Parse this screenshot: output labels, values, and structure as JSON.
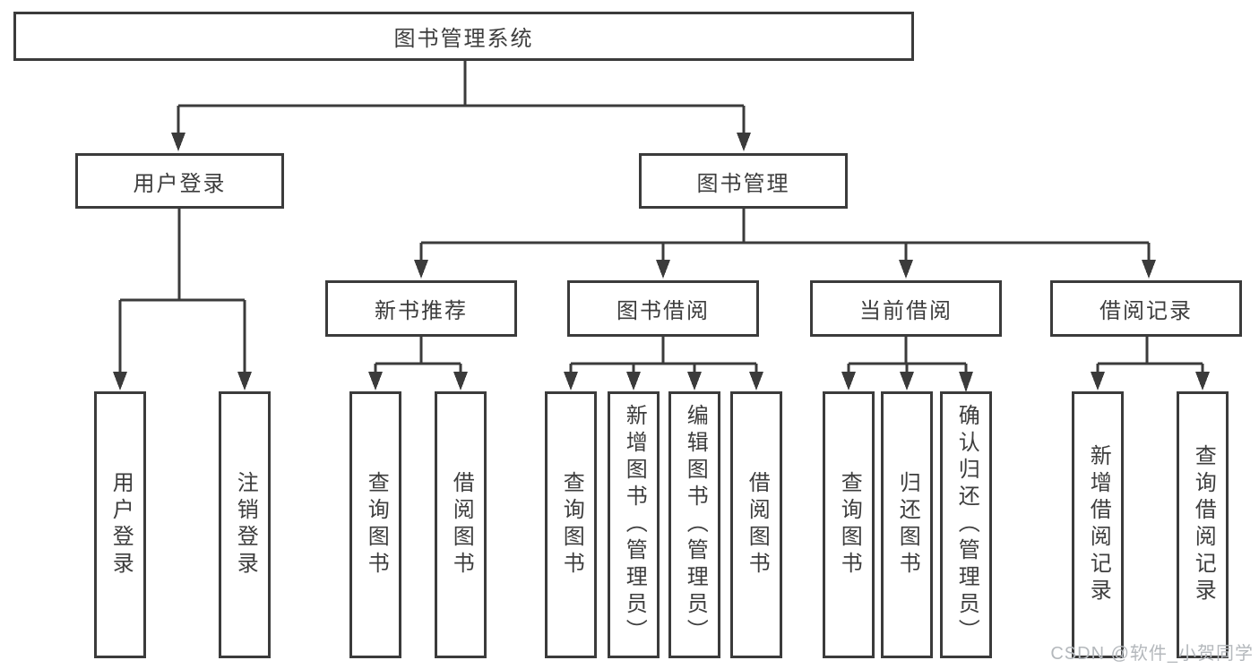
{
  "tree": {
    "label": "图书管理系统",
    "children": [
      {
        "label": "用户登录",
        "children": [
          {
            "label": "用户登录"
          },
          {
            "label": "注销登录"
          }
        ]
      },
      {
        "label": "图书管理",
        "children": [
          {
            "label": "新书推荐",
            "children": [
              {
                "label": "查询图书"
              },
              {
                "label": "借阅图书"
              }
            ]
          },
          {
            "label": "图书借阅",
            "children": [
              {
                "label": "查询图书"
              },
              {
                "label": "新增图书（管理员）"
              },
              {
                "label": "编辑图书（管理员）"
              },
              {
                "label": "借阅图书"
              }
            ]
          },
          {
            "label": "当前借阅",
            "children": [
              {
                "label": "查询图书"
              },
              {
                "label": "归还图书"
              },
              {
                "label": "确认归还（管理员）"
              }
            ]
          },
          {
            "label": "借阅记录",
            "children": [
              {
                "label": "新增借阅记录"
              },
              {
                "label": "查询借阅记录"
              }
            ]
          }
        ]
      }
    ]
  },
  "watermark": "CSDN @软件_小贺同学",
  "colors": {
    "line": "#3b3b3b",
    "text": "#3d3d3d",
    "background": "#ffffff",
    "watermark": "#b4b8bc"
  }
}
